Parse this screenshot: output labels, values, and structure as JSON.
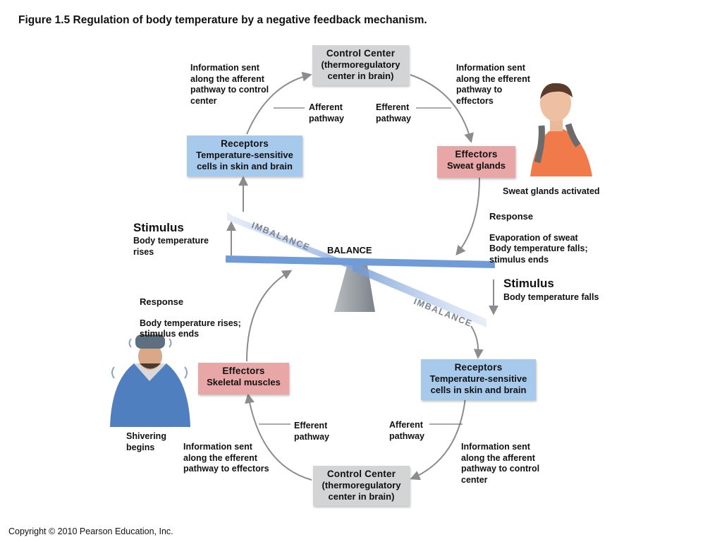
{
  "title": "Figure 1.5  Regulation of body temperature by a negative feedback mechanism.",
  "copyright": "Copyright © 2010 Pearson Education, Inc.",
  "top_loop": {
    "control_center": {
      "heading": "Control Center",
      "sub": "(thermoregulatory\ncenter in brain)"
    },
    "receptors": {
      "heading": "Receptors",
      "sub": "Temperature-sensitive\ncells in skin and brain"
    },
    "effectors": {
      "heading": "Effectors",
      "sub": "Sweat glands"
    },
    "afferent_info": "Information sent\nalong the afferent\npathway to control\ncenter",
    "efferent_info": "Information sent\nalong the efferent\npathway to\neffectors",
    "afferent_label": "Afferent\npathway",
    "efferent_label": "Efferent\npathway",
    "person_caption": "Sweat glands activated",
    "response_heading": "Response",
    "response_body": "Evaporation of sweat\nBody temperature falls;\nstimulus ends",
    "stimulus_heading": "Stimulus",
    "stimulus_body": "Body temperature\nrises"
  },
  "balance": {
    "imbalance_top": "IMBALANCE",
    "balance": "BALANCE",
    "imbalance_bottom": "IMBALANCE"
  },
  "bottom_loop": {
    "control_center": {
      "heading": "Control Center",
      "sub": "(thermoregulatory\ncenter in brain)"
    },
    "receptors": {
      "heading": "Receptors",
      "sub": "Temperature-sensitive\ncells in skin and brain"
    },
    "effectors": {
      "heading": "Effectors",
      "sub": "Skeletal muscles"
    },
    "afferent_info": "Information sent\nalong the afferent\npathway to control\ncenter",
    "efferent_info": "Information sent\nalong the efferent\npathway to effectors",
    "afferent_label": "Afferent\npathway",
    "efferent_label": "Efferent\npathway",
    "person_caption": "Shivering\nbegins",
    "response_heading": "Response",
    "response_body": "Body temperature rises;\nstimulus ends",
    "stimulus_heading": "Stimulus",
    "stimulus_body": "Body temperature falls"
  },
  "colors": {
    "control_box": "#d3d4d5",
    "receptor_box": "#a7caec",
    "effector_box": "#e8a6a7",
    "arrow": "#8c8c8c",
    "seesaw": "#6f9bd6",
    "fulcrum": "#9aa0a4"
  }
}
